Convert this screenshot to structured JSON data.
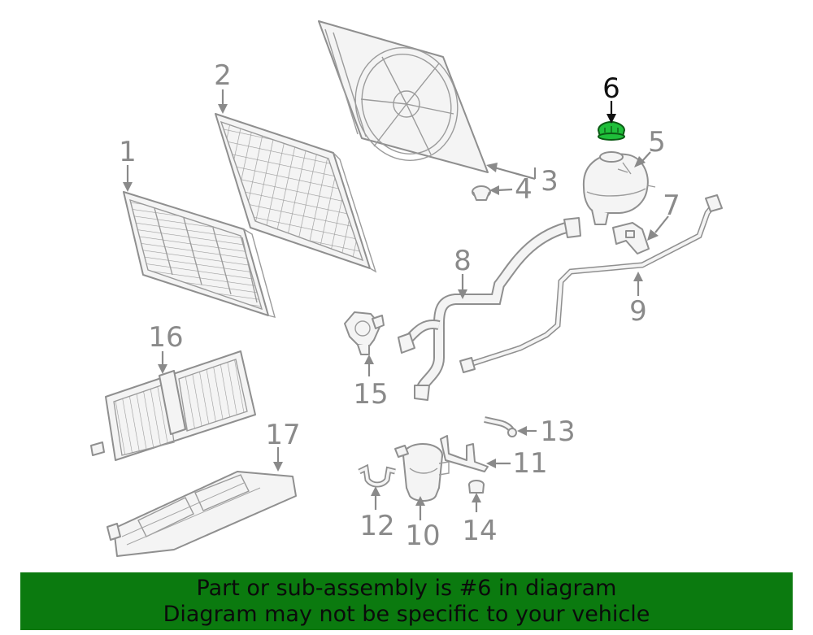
{
  "diagram": {
    "selected_part": "6",
    "callouts": [
      "1",
      "2",
      "3",
      "4",
      "5",
      "6",
      "7",
      "8",
      "9",
      "10",
      "11",
      "12",
      "13",
      "14",
      "15",
      "16",
      "17"
    ]
  },
  "colors": {
    "highlight": "#1fbf3a",
    "banner": "#0b7a0f",
    "linework": "#8f8f8f"
  },
  "banner": {
    "line1": "Part or sub-assembly is #6 in diagram",
    "line2": "Diagram may not be specific to your vehicle"
  }
}
